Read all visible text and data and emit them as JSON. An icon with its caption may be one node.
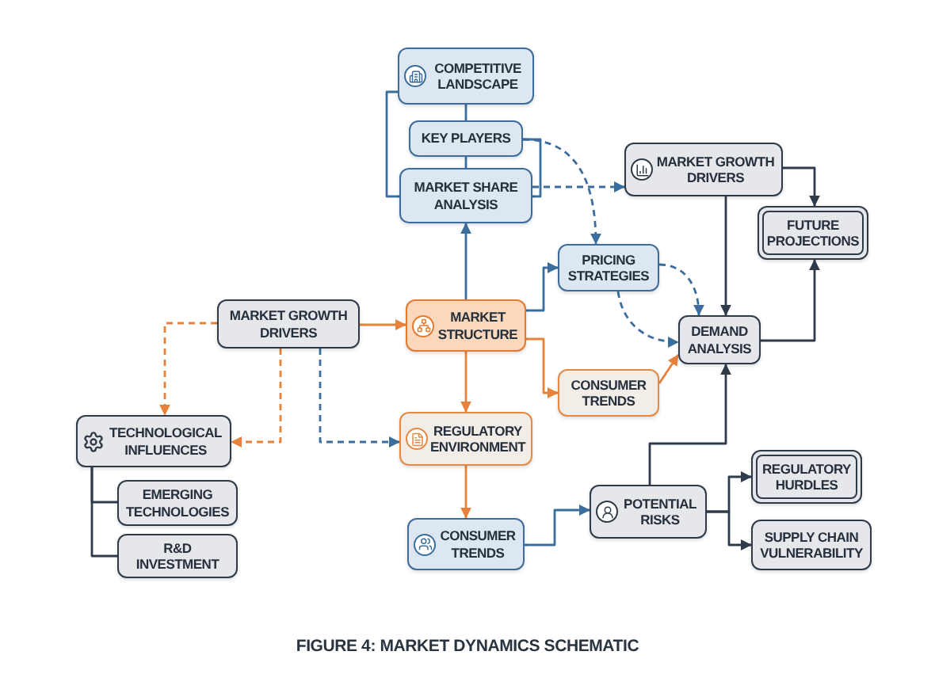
{
  "diagram": {
    "caption": "FIGURE 4: MARKET DYNAMICS SCHEMATIC",
    "nodes": [
      {
        "text": [
          "COMPETITIVE LANDSCAPE"
        ]
      },
      {
        "text": [
          "KEY PLAYERS"
        ]
      },
      {
        "text": [
          "MARKET SHARE ANALYSIS"
        ]
      },
      {
        "text": [
          "MARKET GROWTH DRIVERS"
        ]
      },
      {
        "text": [
          "FUTURE PROJECTIONS"
        ]
      },
      {
        "text": [
          "PRICING STRATEGIES"
        ]
      },
      {
        "text": [
          "MARKET GROWTH DRIVERS"
        ]
      },
      {
        "text": [
          "MARKET STRUCTURE"
        ]
      },
      {
        "text": [
          "DEMAND ANALYSIS"
        ]
      },
      {
        "text": [
          "CONSUMER TRENDS"
        ]
      },
      {
        "text": [
          "TECHNOLOGICAL INFLUENCES"
        ]
      },
      {
        "text": [
          "REGULATORY ENVIRONMENT"
        ]
      },
      {
        "text": [
          "EMERGING TECHNOLOGIES"
        ]
      },
      {
        "text": [
          "R&D INVESTMENT"
        ]
      },
      {
        "text": [
          "POTENTIAL RISKS"
        ]
      },
      {
        "text": [
          "REGULATORY HURDLES"
        ]
      },
      {
        "text": [
          "SUPPLY CHAIN VULNERABILITY"
        ]
      },
      {
        "text": [
          "CONSUMER TRENDS"
        ]
      }
    ],
    "edges": [
      {
        "from": 0,
        "to": 1,
        "arrow": "none"
      },
      {
        "from": 1,
        "to": 2,
        "arrow": "none"
      },
      {
        "from": 0,
        "to": 2,
        "arrow": "none"
      },
      {
        "from": 1,
        "to": 5,
        "arrow": "to",
        "style": "dashed"
      },
      {
        "from": 1,
        "to": 2,
        "arrow": "none"
      },
      {
        "from": 2,
        "to": 3,
        "arrow": "to",
        "style": "dashed"
      },
      {
        "from": 7,
        "to": 2,
        "arrow": "to"
      },
      {
        "from": 7,
        "to": 5,
        "arrow": "to"
      },
      {
        "from": 6,
        "to": 7,
        "arrow": "to",
        "color": "#e8823a"
      },
      {
        "from": 6,
        "to": 10,
        "arrow": "to",
        "style": "dashed",
        "color": "#e8823a"
      },
      {
        "from": 6,
        "to": 10,
        "arrow": "to",
        "style": "dashed",
        "color": "#e8823a"
      },
      {
        "from": 6,
        "to": 11,
        "arrow": "to",
        "style": "dashed"
      },
      {
        "from": 7,
        "to": 11,
        "arrow": "to",
        "color": "#e8823a"
      },
      {
        "from": 7,
        "to": 9,
        "arrow": "to",
        "color": "#e8823a"
      },
      {
        "from": 9,
        "to": 8,
        "arrow": "to",
        "color": "#e8823a"
      },
      {
        "from": 5,
        "to": 8,
        "arrow": "to",
        "style": "dashed"
      },
      {
        "from": 5,
        "to": 8,
        "arrow": "to",
        "style": "dashed"
      },
      {
        "from": 3,
        "to": 8,
        "arrow": "to",
        "color": "#2f3b4a"
      },
      {
        "from": 3,
        "to": 4,
        "arrow": "to",
        "color": "#2f3b4a"
      },
      {
        "from": 8,
        "to": 4,
        "arrow": "to",
        "color": "#2f3b4a"
      },
      {
        "from": 11,
        "to": 17,
        "arrow": "to",
        "color": "#e8823a"
      },
      {
        "from": 17,
        "to": 14,
        "arrow": "to"
      },
      {
        "from": 14,
        "to": 8,
        "arrow": "to",
        "color": "#2f3b4a"
      },
      {
        "from": 14,
        "to": 15,
        "arrow": "to",
        "color": "#2f3b4a"
      },
      {
        "from": 14,
        "to": 16,
        "arrow": "to",
        "color": "#2f3b4a"
      },
      {
        "from": 10,
        "to": 12,
        "arrow": "none",
        "color": "#2f3b4a"
      },
      {
        "from": 10,
        "to": 13,
        "arrow": "none",
        "color": "#2f3b4a"
      }
    ]
  }
}
